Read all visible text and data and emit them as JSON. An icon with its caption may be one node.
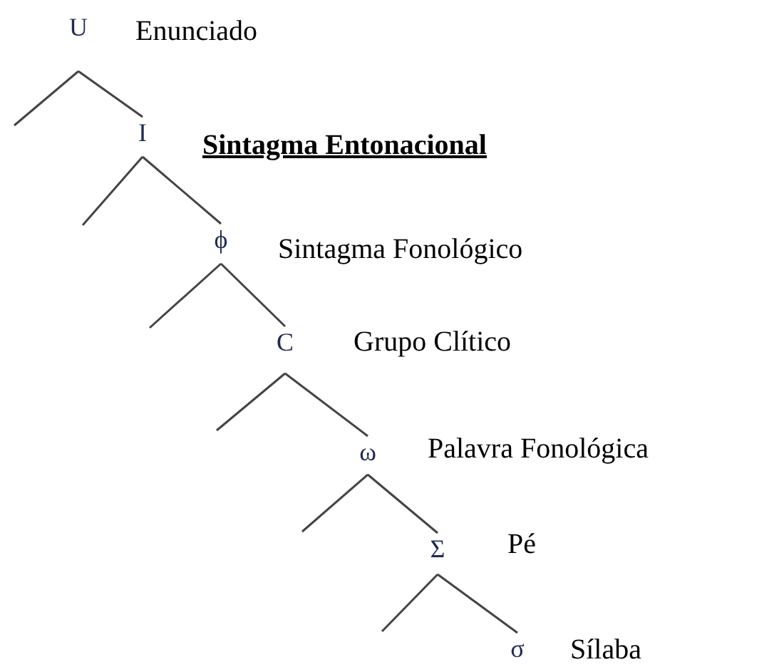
{
  "diagram": {
    "nodes": [
      {
        "text": [
          "U"
        ],
        "beside": [
          "Enunciado"
        ]
      },
      {
        "text": [
          "I"
        ],
        "beside": [
          "Sintagma Entonacional"
        ]
      },
      {
        "text": [
          "ϕ"
        ],
        "beside": [
          "Sintagma Fonológico"
        ]
      },
      {
        "text": [
          "C"
        ],
        "beside": [
          "Grupo Clítico"
        ]
      },
      {
        "text": [
          "ω"
        ],
        "beside": [
          "Palavra Fonológica"
        ]
      },
      {
        "text": [
          "Σ"
        ],
        "beside": [
          "Pé"
        ]
      },
      {
        "text": [
          "σ"
        ],
        "beside": [
          "Sílaba"
        ]
      }
    ],
    "edges": [
      {
        "from": 0,
        "to": null,
        "arrow": "none"
      },
      {
        "from": 0,
        "to": 1,
        "arrow": "none"
      },
      {
        "from": 1,
        "to": null,
        "arrow": "none"
      },
      {
        "from": 1,
        "to": 2,
        "arrow": "none"
      },
      {
        "from": 2,
        "to": null,
        "arrow": "none"
      },
      {
        "from": 2,
        "to": 3,
        "arrow": "none"
      },
      {
        "from": 3,
        "to": null,
        "arrow": "none"
      },
      {
        "from": 3,
        "to": 4,
        "arrow": "none"
      },
      {
        "from": 4,
        "to": null,
        "arrow": "none"
      },
      {
        "from": 4,
        "to": 5,
        "arrow": "none"
      },
      {
        "from": 5,
        "to": null,
        "arrow": "none"
      },
      {
        "from": 5,
        "to": 6,
        "arrow": "none"
      }
    ]
  }
}
